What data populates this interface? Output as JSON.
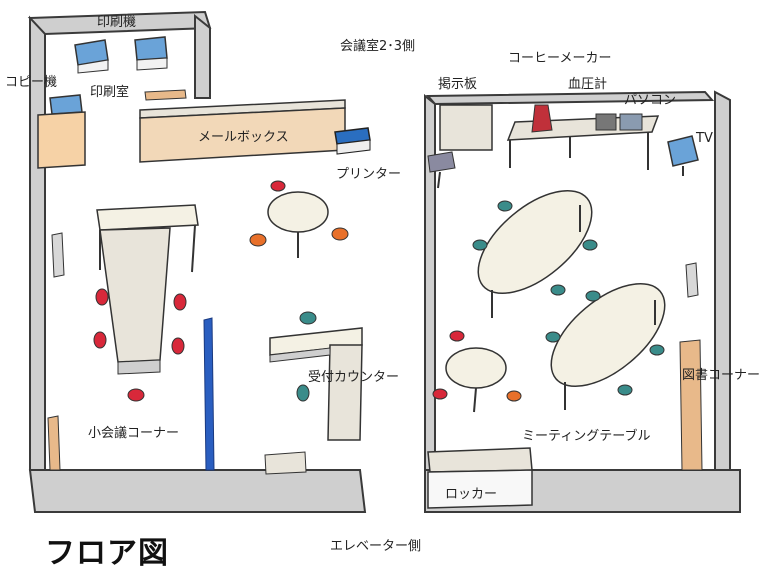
{
  "title": "フロア図",
  "labels": {
    "printing_machine": "印刷機",
    "copy_machine": "コピー機",
    "printing_room": "印刷室",
    "mailbox": "メールボックス",
    "printer": "プリンター",
    "small_meeting_corner": "小会議コーナー",
    "reception_counter": "受付カウンター",
    "meeting_room_side": "会議室2･3側",
    "coffee_maker": "コーヒーメーカー",
    "bulletin_board": "掲示板",
    "blood_pressure_monitor": "血圧計",
    "pc": "パソコン",
    "tv": "TV",
    "library_corner": "図書コーナー",
    "meeting_table": "ミーティングテーブル",
    "locker": "ロッカー",
    "elevator_side": "エレベーター側"
  },
  "colors": {
    "wall": "#3a3a3a",
    "wall_fill": "#cfcfcf",
    "floor": "#ffffff",
    "desk": "#e8e4da",
    "table_top": "#f4f1e4",
    "chair_red": "#d8283a",
    "chair_orange": "#e8702a",
    "chair_teal": "#3a8c8a",
    "machine_blue": "#6aa3d8",
    "wood": "#e8b98a",
    "partition_blue": "#2a5ec0",
    "coffee_red": "#c0303a"
  }
}
